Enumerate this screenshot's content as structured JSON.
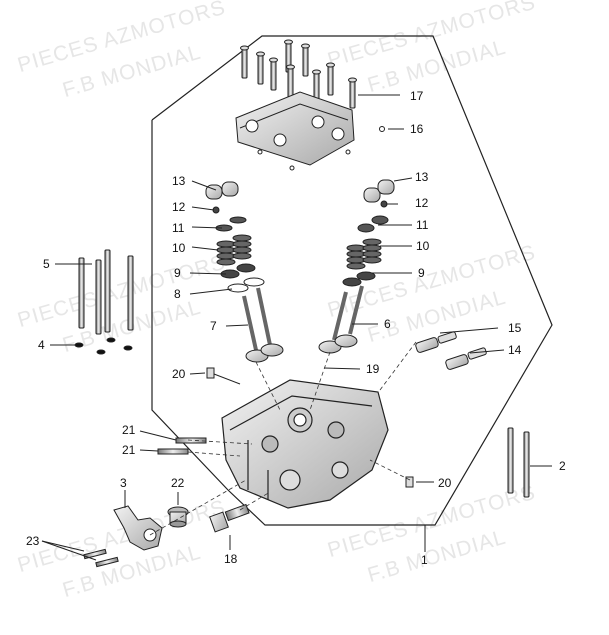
{
  "watermark": {
    "line1": "PIECES AZMOTORS",
    "line2": "F.B MONDIAL"
  },
  "callouts": {
    "c1": "1",
    "c2": "2",
    "c3": "3",
    "c4": "4",
    "c5": "5",
    "c6": "6",
    "c7": "7",
    "c8": "8",
    "c9a": "9",
    "c9b": "9",
    "c10a": "10",
    "c10b": "10",
    "c11a": "11",
    "c11b": "11",
    "c12a": "12",
    "c12b": "12",
    "c13a": "13",
    "c13b": "13",
    "c14": "14",
    "c15": "15",
    "c16": "16",
    "c17": "17",
    "c18": "18",
    "c19": "19",
    "c20a": "20",
    "c20b": "20",
    "c21a": "21",
    "c21b": "21",
    "c22": "22",
    "c23": "23"
  }
}
